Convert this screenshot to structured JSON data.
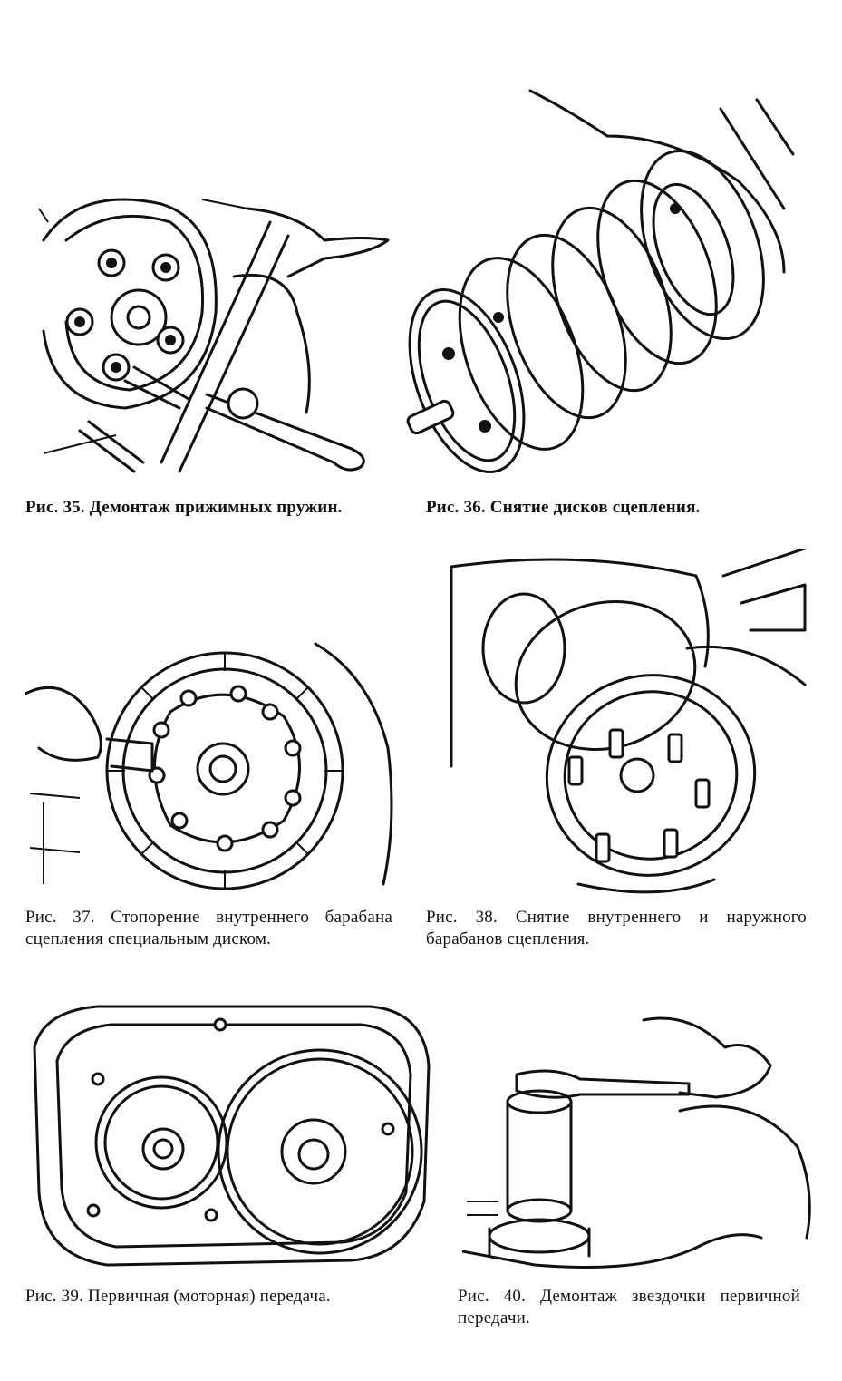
{
  "figures": [
    {
      "caption": "Рис. 35. Демонтаж прижимных пружин."
    },
    {
      "caption": "Рис. 36. Снятие дисков сцепления."
    },
    {
      "caption": "Рис. 37. Стопорение внутреннего барабана сцепления специальным диском."
    },
    {
      "caption": "Рис. 38. Снятие внутреннего и наружного барабанов сцепления."
    },
    {
      "caption": "Рис. 39. Первичная (моторная) передача."
    },
    {
      "caption": "Рис. 40. Демонтаж звездочки первичной передачи."
    }
  ]
}
